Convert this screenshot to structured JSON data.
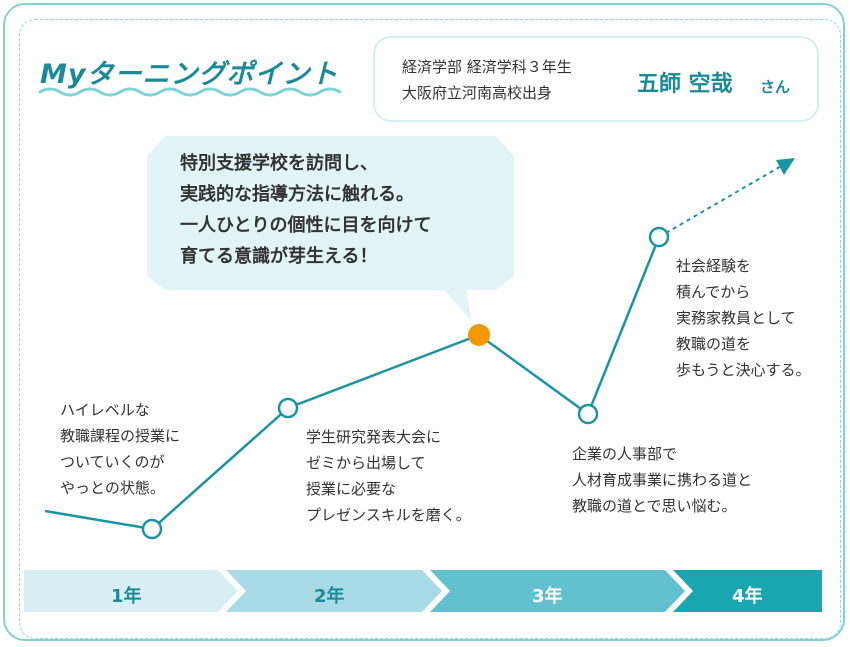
{
  "title": "Myターニングポイント",
  "profile": {
    "department": "経済学部 経済学科３年生",
    "school": "大阪府立河南高校出身",
    "name": "五師 空哉",
    "suffix": "さん"
  },
  "highlight": {
    "lines": [
      "特別支援学校を訪問し、",
      "実践的な指導方法に触れる。",
      "一人ひとりの個性に目を向けて",
      "育てる意識が芽生える！"
    ]
  },
  "notes": [
    {
      "lines": [
        "ハイレベルな",
        "教職課程の授業に",
        "ついていくのが",
        "やっとの状態。"
      ]
    },
    {
      "lines": [
        "学生研究発表大会に",
        "ゼミから出場して",
        "授業に必要な",
        "プレゼンスキルを磨く。"
      ]
    },
    {
      "lines": [
        "企業の人事部で",
        "人材育成事業に携わる道と",
        "教職の道とで思い悩む。"
      ]
    },
    {
      "lines": [
        "社会経験を",
        "積んでから",
        "実務家教員として",
        "教職の道を",
        "歩もうと決心する。"
      ]
    }
  ],
  "timeline": [
    {
      "label": "1年",
      "fill": "#d9eff5",
      "text_color": "#1a8a9a"
    },
    {
      "label": "2年",
      "fill": "#a8dbe5",
      "text_color": "#1a8a9a"
    },
    {
      "label": "3年",
      "fill": "#62c0cf",
      "text_color": "#ffffff"
    },
    {
      "label": "4年",
      "fill": "#1aa6b0",
      "text_color": "#ffffff"
    }
  ],
  "colors": {
    "line": "#1b94a2",
    "highlight_point": "#f39800",
    "bubble": "#e3f4f8",
    "accent": "#1a8a9a"
  }
}
